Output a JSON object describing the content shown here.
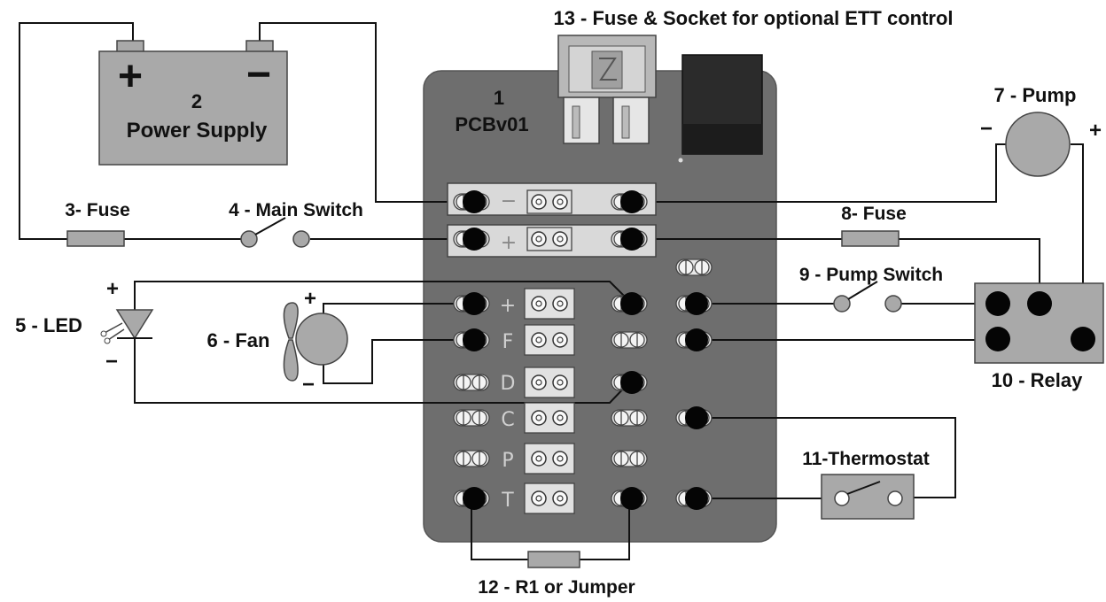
{
  "components": {
    "pcb": {
      "number": "1",
      "name": "PCBv01"
    },
    "power_supply": {
      "number": "2",
      "name": "Power Supply",
      "plus": "+",
      "minus": "−"
    },
    "fuse3": {
      "label": "3- Fuse"
    },
    "main_switch": {
      "label": "4 - Main Switch"
    },
    "led": {
      "label": "5 - LED",
      "plus": "+",
      "minus": "−"
    },
    "fan": {
      "label": "6 - Fan",
      "plus": "+",
      "minus": "−"
    },
    "pump": {
      "label": "7 - Pump",
      "plus": "+",
      "minus": "−"
    },
    "fuse8": {
      "label": "8- Fuse"
    },
    "pump_switch": {
      "label": "9 - Pump Switch"
    },
    "relay": {
      "label": "10 - Relay"
    },
    "thermostat": {
      "label": "11-Thermostat"
    },
    "r1": {
      "label": "12 - R1 or Jumper"
    },
    "fuse13": {
      "label": "13 - Fuse & Socket for optional ETT control"
    }
  },
  "board_rails": {
    "negative": "−",
    "positive": "+"
  },
  "board_pins": [
    "+",
    "F",
    "D",
    "C",
    "P",
    "T"
  ],
  "colors": {
    "board": "#6e6e6e",
    "component": "#a9a9a9",
    "terminal_strip": "#d9d9d9",
    "wire": "#111111"
  }
}
